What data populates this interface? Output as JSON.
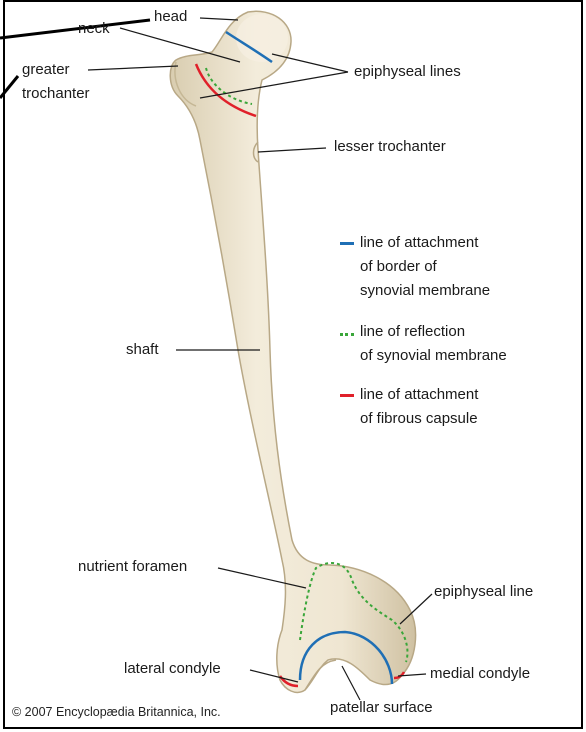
{
  "labels": {
    "head": "head",
    "neck": "neck",
    "greater_trochanter_1": "greater",
    "greater_trochanter_2": "trochanter",
    "epiphyseal_lines": "epiphyseal lines",
    "lesser_trochanter": "lesser trochanter",
    "shaft": "shaft",
    "nutrient_foramen": "nutrient foramen",
    "epiphyseal_line": "epiphyseal line",
    "lateral_condyle": "lateral condyle",
    "medial_condyle": "medial condyle",
    "patellar_surface": "patellar surface"
  },
  "legend": {
    "items": [
      {
        "lines": [
          "line of attachment",
          "of border of",
          "synovial membrane"
        ],
        "color": "#1f6fb5",
        "style": "solid"
      },
      {
        "lines": [
          "line of reflection",
          "of synovial membrane"
        ],
        "color": "#3aa63a",
        "style": "dotted"
      },
      {
        "lines": [
          "line of attachment",
          "of fibrous capsule"
        ],
        "color": "#e0202a",
        "style": "solid"
      }
    ]
  },
  "copyright": "© 2007 Encyclopædia Britannica, Inc.",
  "colors": {
    "bone": "#efe6d2",
    "bone_shadow": "#d8ccb0",
    "synovial_border": "#1f6fb5",
    "synovial_reflection": "#3aa63a",
    "fibrous_capsule": "#e0202a"
  }
}
